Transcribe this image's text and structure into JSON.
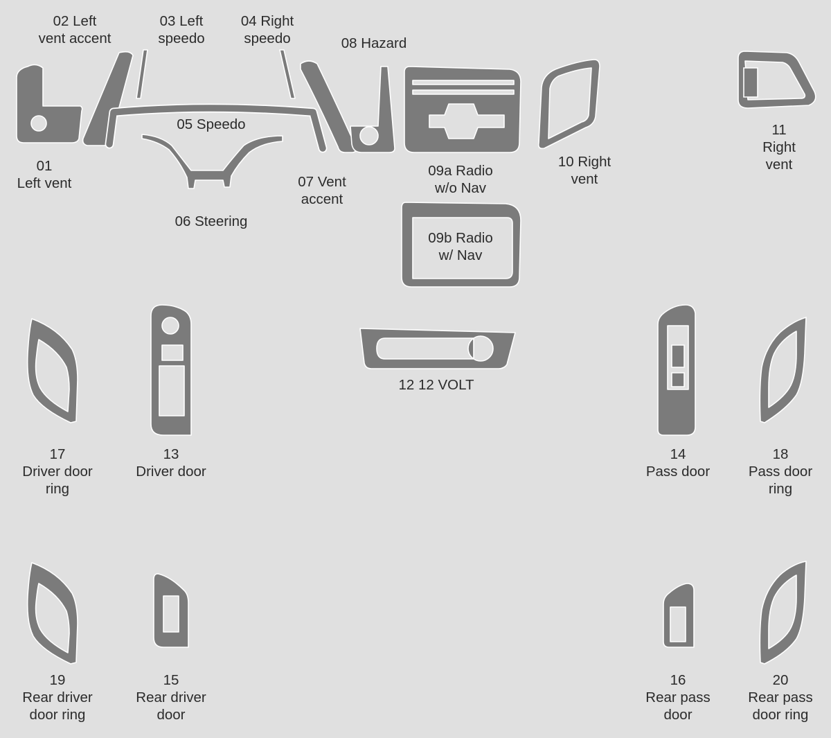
{
  "parts": [
    {
      "id": "01",
      "lines": [
        "01",
        "Left vent"
      ]
    },
    {
      "id": "02",
      "lines": [
        "02 Left",
        "vent accent"
      ]
    },
    {
      "id": "03",
      "lines": [
        "03 Left",
        "speedo"
      ]
    },
    {
      "id": "04",
      "lines": [
        "04 Right",
        "speedo"
      ]
    },
    {
      "id": "05",
      "lines": [
        "05 Speedo"
      ]
    },
    {
      "id": "06",
      "lines": [
        "06 Steering"
      ]
    },
    {
      "id": "07",
      "lines": [
        "07 Vent",
        "accent"
      ]
    },
    {
      "id": "08",
      "lines": [
        "08 Hazard"
      ]
    },
    {
      "id": "09a",
      "lines": [
        "09a Radio",
        "w/o Nav"
      ]
    },
    {
      "id": "09b",
      "lines": [
        "09b Radio",
        "w/ Nav"
      ]
    },
    {
      "id": "10",
      "lines": [
        "10 Right",
        "vent"
      ]
    },
    {
      "id": "11",
      "lines": [
        "11",
        "Right",
        "vent"
      ]
    },
    {
      "id": "12",
      "lines": [
        "12 12 VOLT"
      ]
    },
    {
      "id": "13",
      "lines": [
        "13",
        "Driver door"
      ]
    },
    {
      "id": "14",
      "lines": [
        "14",
        "Pass door"
      ]
    },
    {
      "id": "15",
      "lines": [
        "15",
        "Rear driver",
        "door"
      ]
    },
    {
      "id": "16",
      "lines": [
        "16",
        "Rear pass",
        "door"
      ]
    },
    {
      "id": "17",
      "lines": [
        "17",
        "Driver door",
        "ring"
      ]
    },
    {
      "id": "18",
      "lines": [
        "18",
        "Pass door",
        "ring"
      ]
    },
    {
      "id": "19",
      "lines": [
        "19",
        "Rear driver",
        "door ring"
      ]
    },
    {
      "id": "20",
      "lines": [
        "20",
        "Rear pass",
        "door ring"
      ]
    }
  ],
  "colors": {
    "part_fill": "#7b7b7b",
    "part_edge": "#ffffff",
    "background": "#e0e0e0",
    "label": "#2b2b2b"
  }
}
